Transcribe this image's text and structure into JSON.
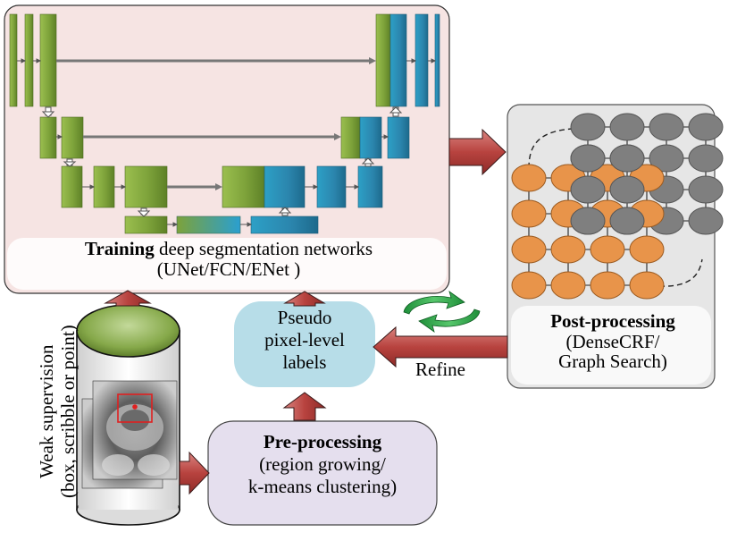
{
  "training": {
    "bold": "Training",
    "rest": " deep segmentation networks",
    "sub": "(UNet/FCN/ENet )"
  },
  "post": {
    "title": "Post-processing",
    "line1": "(DenseCRF/",
    "line2": "Graph Search)"
  },
  "pseudo": {
    "line1": "Pseudo",
    "line2": "pixel-level",
    "line3": "labels"
  },
  "pre": {
    "title": "Pre-processing",
    "line1": "(region growing/",
    "line2": "k-means clustering)"
  },
  "refine": "Refine",
  "weak": {
    "line1": "Weak supervision",
    "line2": "(box, scribble or point)"
  },
  "colors": {
    "green": "#7da23a",
    "teal": "#2b8db4",
    "orange": "#e8944a",
    "gray": "#7f7f7f",
    "arrow": "#c0504d",
    "train_bg": "#f6e4e3",
    "post_bg": "#e6e6e6",
    "pseudo_bg": "#b7dde8",
    "pre_bg": "#e5dfee"
  }
}
